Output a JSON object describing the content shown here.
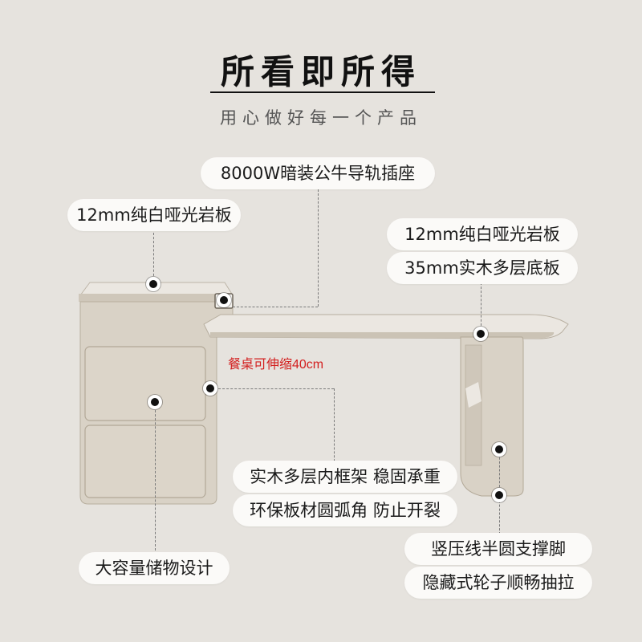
{
  "header": {
    "title": "所看即所得",
    "subtitle": "用心做好每一个产品"
  },
  "callouts": {
    "socket": "8000W暗装公牛导轨插座",
    "left_top_board": "12mm纯白哑光岩板",
    "right_top_board": "12mm纯白哑光岩板",
    "base_board": "35mm实木多层底板",
    "extend_note": "餐桌可伸缩40cm",
    "frame": "实木多层内框架 稳固承重",
    "corners": "环保板材圆弧角 防止开裂",
    "storage": "大容量储物设计",
    "leg": "竖压线半圆支撑脚",
    "wheels": "隐藏式轮子顺畅抽拉"
  },
  "colors": {
    "background": "#e6e3de",
    "pill": "#fbfaf8",
    "cabinet": "#d9d2c6",
    "highlight": "#d31f1f"
  }
}
